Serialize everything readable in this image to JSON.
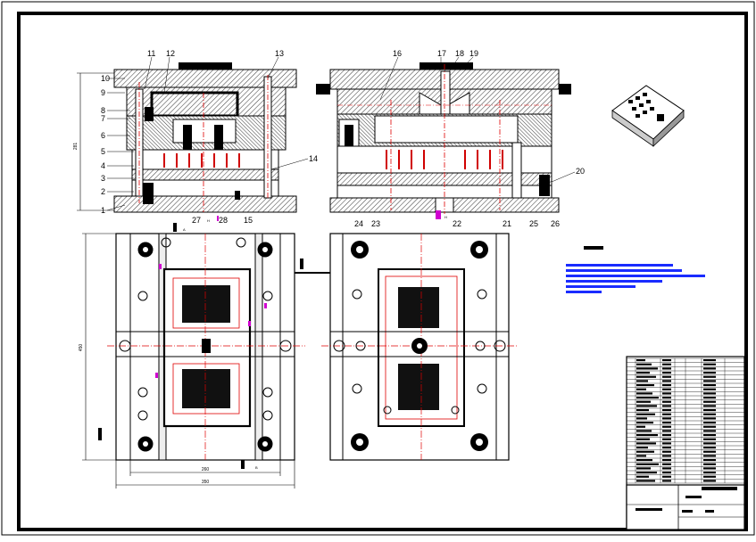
{
  "drawing": {
    "part_labels": [
      "1",
      "2",
      "3",
      "4",
      "5",
      "6",
      "7",
      "8",
      "9",
      "10",
      "11",
      "12",
      "13",
      "14",
      "15",
      "16",
      "17",
      "18",
      "19",
      "20",
      "21",
      "22",
      "23",
      "24",
      "25",
      "26",
      "27",
      "28"
    ],
    "dimensions": {
      "front_height": "281",
      "plan_height": "450",
      "plan_width_inner": "260",
      "plan_width_outer": "350"
    },
    "section_marks": [
      "A",
      "B"
    ],
    "colors": {
      "ink": "#000000",
      "hatch": "#333333",
      "center_line": "#e00000",
      "note_blue": "#1a2cff",
      "magenta": "#d000d0"
    }
  },
  "title_block": {
    "bom_rows": 30
  }
}
